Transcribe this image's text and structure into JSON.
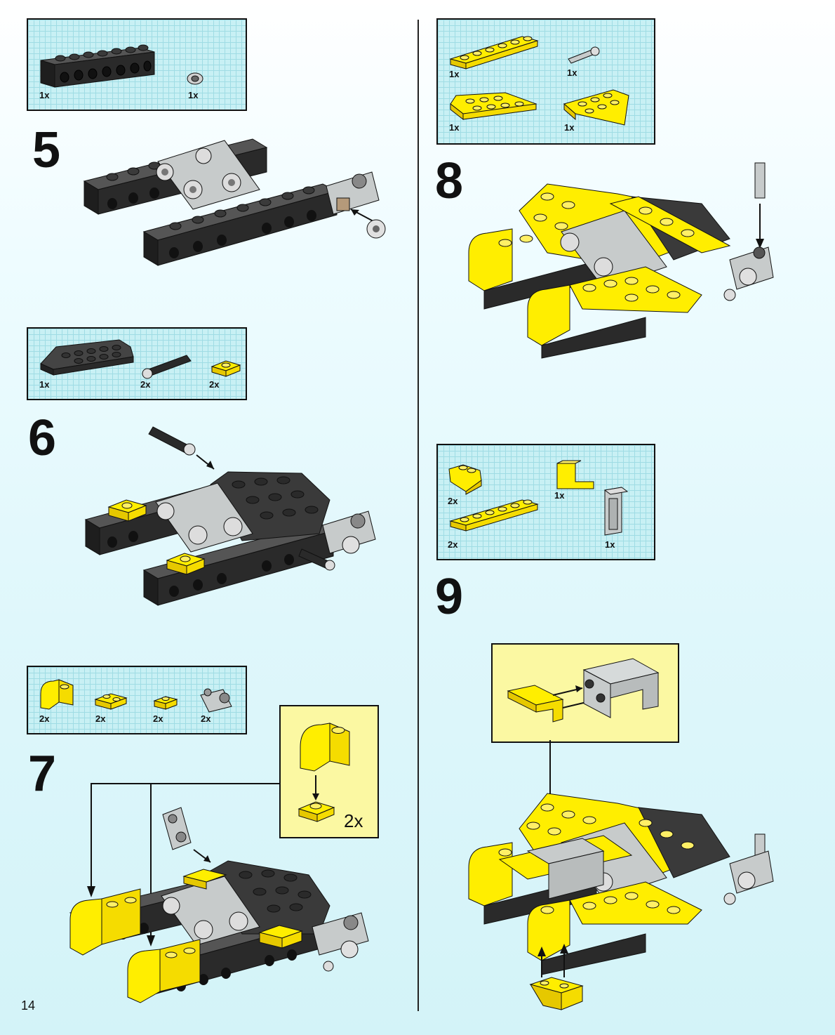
{
  "page_number": "14",
  "steps": [
    {
      "number": "5",
      "parts": [
        {
          "qty": "1x",
          "icon": "black-technic-beam-icon"
        },
        {
          "qty": "1x",
          "icon": "gray-bush-icon"
        }
      ]
    },
    {
      "number": "6",
      "parts": [
        {
          "qty": "1x",
          "icon": "dark-wedge-plate-icon"
        },
        {
          "qty": "2x",
          "icon": "black-axle-pin-icon"
        },
        {
          "qty": "2x",
          "icon": "yellow-plate-1x2-icon"
        }
      ]
    },
    {
      "number": "7",
      "parts": [
        {
          "qty": "2x",
          "icon": "yellow-curved-brick-icon"
        },
        {
          "qty": "2x",
          "icon": "yellow-plate-1x2-icon"
        },
        {
          "qty": "2x",
          "icon": "yellow-plate-1x2-icon"
        },
        {
          "qty": "2x",
          "icon": "gray-pin-connector-icon"
        }
      ],
      "inset_qty": "2x"
    },
    {
      "number": "8",
      "parts": [
        {
          "qty": "1x",
          "icon": "yellow-plate-1x6-icon"
        },
        {
          "qty": "1x",
          "icon": "gray-axle-pin-icon"
        },
        {
          "qty": "1x",
          "icon": "yellow-wedge-plate-left-icon"
        },
        {
          "qty": "1x",
          "icon": "yellow-wedge-plate-right-icon"
        }
      ]
    },
    {
      "number": "9",
      "parts": [
        {
          "qty": "2x",
          "icon": "yellow-slope-brick-icon"
        },
        {
          "qty": "1x",
          "icon": "yellow-angle-plate-icon"
        },
        {
          "qty": "2x",
          "icon": "yellow-plate-1x6-icon"
        },
        {
          "qty": "1x",
          "icon": "gray-panel-icon"
        }
      ]
    }
  ],
  "colors": {
    "yellow": "#ffee00",
    "black": "#2a2a2a",
    "gray": "#b8bcbc",
    "grid": "#c8f0f4",
    "inset": "#fbf8a2"
  }
}
